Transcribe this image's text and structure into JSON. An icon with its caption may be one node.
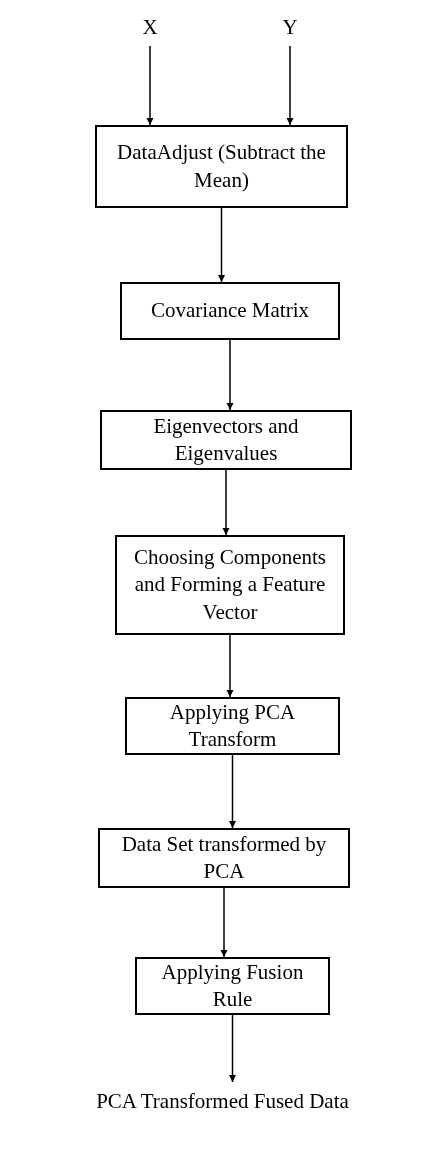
{
  "diagram": {
    "nodes": [
      {
        "text": [
          "X"
        ]
      },
      {
        "text": [
          "Y"
        ]
      },
      {
        "text": [
          "DataAdjust (Subtract the Mean)"
        ]
      },
      {
        "text": [
          "Covariance Matrix"
        ]
      },
      {
        "text": [
          "Eigenvectors and Eigenvalues"
        ]
      },
      {
        "text": [
          "Choosing Components and Forming a Feature Vector"
        ]
      },
      {
        "text": [
          "Applying PCA Transform"
        ]
      },
      {
        "text": [
          "Data Set transformed by PCA"
        ]
      },
      {
        "text": [
          "Applying Fusion Rule"
        ]
      },
      {
        "text": [
          "PCA Transformed Fused Data"
        ]
      }
    ],
    "edges": [
      {
        "from": 0,
        "to": 2,
        "arrow": "to"
      },
      {
        "from": 1,
        "to": 2,
        "arrow": "to"
      },
      {
        "from": 2,
        "to": 3,
        "arrow": "to"
      },
      {
        "from": 3,
        "to": 4,
        "arrow": "to"
      },
      {
        "from": 4,
        "to": 5,
        "arrow": "to"
      },
      {
        "from": 5,
        "to": 6,
        "arrow": "to"
      },
      {
        "from": 6,
        "to": 7,
        "arrow": "to"
      },
      {
        "from": 7,
        "to": 8,
        "arrow": "to"
      },
      {
        "from": 8,
        "to": 9,
        "arrow": "to"
      }
    ]
  }
}
